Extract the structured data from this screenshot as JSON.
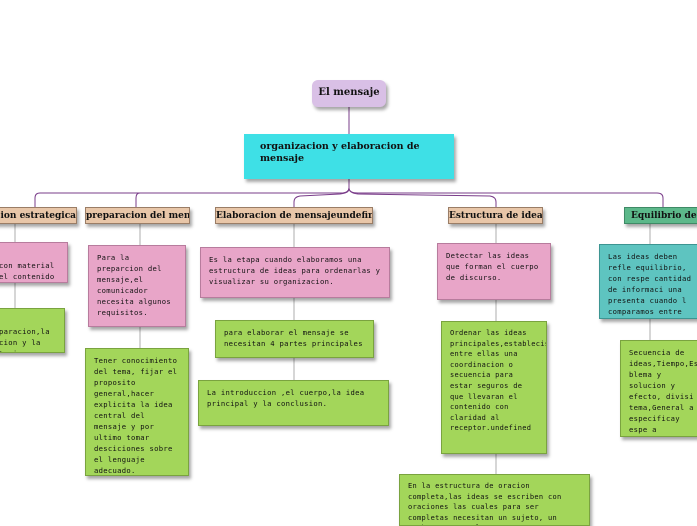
{
  "root": {
    "title": "El mensaje"
  },
  "subtitle": {
    "text": "organizacion y elaboracion de mensaje"
  },
  "categories": [
    {
      "label": "cion estrategica"
    },
    {
      "label": "preparacion del mensaje"
    },
    {
      "label": "Elaboracion de mensajeundefined"
    },
    {
      "label": "Estructura de ideas"
    },
    {
      "label": "Equilibrio de"
    }
  ],
  "notes": {
    "c1_pink": "con material\nel contenido",
    "c1_green": "paracion,la\ncion y la\ntacion.",
    "c2_pink": "Para la preparcion del mensaje,el comunicador necesita algunos requisitos.",
    "c2_green": "Tener conocimiento del tema, fijar el proposito general,hacer explicita la idea central del mensaje y por ultimo tomar desciciones sobre el lenguaje adecuado.",
    "c3_pink": "Es la etapa cuando elaboramos una estructura de ideas para ordenarlas y visualizar su organizacion.",
    "c3_green1": "para elaborar el mensaje se necesitan 4 partes principales",
    "c3_green2": "La introduccion ,el cuerpo,la idea principal y la conclusion.",
    "c4_pink": "Detectar las ideas que forman el cuerpo de discurso.",
    "c4_green1": "Ordenar las ideas principales,establecisendo entre ellas una coordinacion o secuencia para estar seguros de que llevaran el contenido con claridad al receptor.undefined",
    "c4_green2": "En la estructura de oracion completa,las ideas se escriben con oraciones las cuales para ser completas necesitan un sujeto, un verbo y un complemento.",
    "c5_teal": "Las ideas deben refle equilibrio, con respe cantidad de informaci una presenta cuando l comparamos entre si.",
    "c5_green": "Secuencia de ideas,Tiempo,Es blema y solucion y efecto, divisi tema,General a especificay espe a general."
  },
  "colors": {
    "root": "#d9c0e6",
    "subtitle": "#3ee0e6",
    "category": "#e8c6a8",
    "category_alt": "#5cb88a",
    "pink_note": "#e8a5c8",
    "green_note": "#a3d65a",
    "teal_note": "#5ec4c0",
    "connector": "#7a3d8a"
  }
}
